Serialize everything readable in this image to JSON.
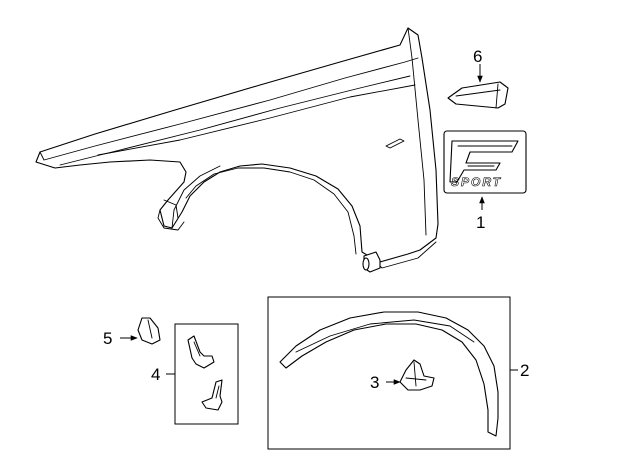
{
  "callouts": [
    {
      "id": "1",
      "label": "1"
    },
    {
      "id": "2",
      "label": "2"
    },
    {
      "id": "3",
      "label": "3"
    },
    {
      "id": "4",
      "label": "4"
    },
    {
      "id": "5",
      "label": "5"
    },
    {
      "id": "6",
      "label": "6"
    }
  ],
  "emblem": {
    "text": "SPORT"
  }
}
